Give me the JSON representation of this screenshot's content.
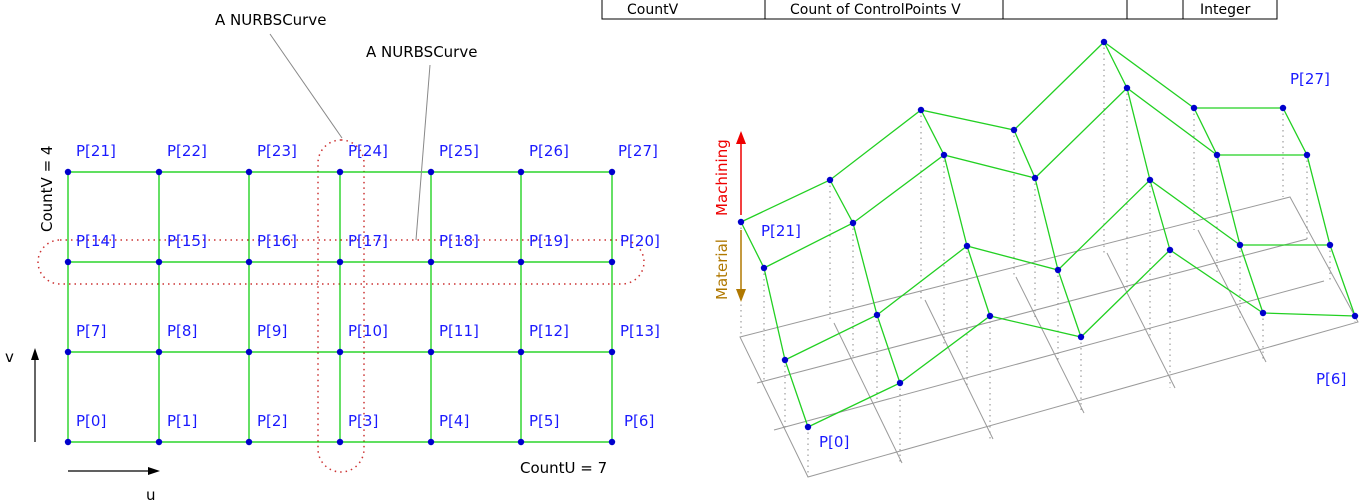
{
  "table": {
    "cells": [
      "CountV",
      "Count of ControlPoints V",
      "",
      "",
      "Integer"
    ]
  },
  "callouts": {
    "curve_u": "A NURBSCurve",
    "curve_v": "A NURBSCurve"
  },
  "counts": {
    "countV": "CountV = 4",
    "countU": "CountU = 7"
  },
  "axes": {
    "v": "v",
    "u": "u"
  },
  "grid_labels": [
    "P[0]",
    "P[1]",
    "P[2]",
    "P[3]",
    "P[4]",
    "P[5]",
    "P[6]",
    "P[7]",
    "P[8]",
    "P[9]",
    "P[10]",
    "P[11]",
    "P[12]",
    "P[13]",
    "P[14]",
    "P[15]",
    "P[16]",
    "P[17]",
    "P[18]",
    "P[19]",
    "P[20]",
    "P[21]",
    "P[22]",
    "P[23]",
    "P[24]",
    "P[25]",
    "P[26]",
    "P[27]"
  ],
  "surface_labels": {
    "p27": "P[27]",
    "p21": "P[21]",
    "p6": "P[6]",
    "p0": "P[0]"
  },
  "side_labels": {
    "machining": "Machining",
    "material": "Material"
  },
  "colors": {
    "grid": "#00cc00",
    "point": "#0000cc",
    "label": "#1a1aff",
    "curve": "#cc3333",
    "machining": "#ee0000",
    "material": "#b07800"
  }
}
